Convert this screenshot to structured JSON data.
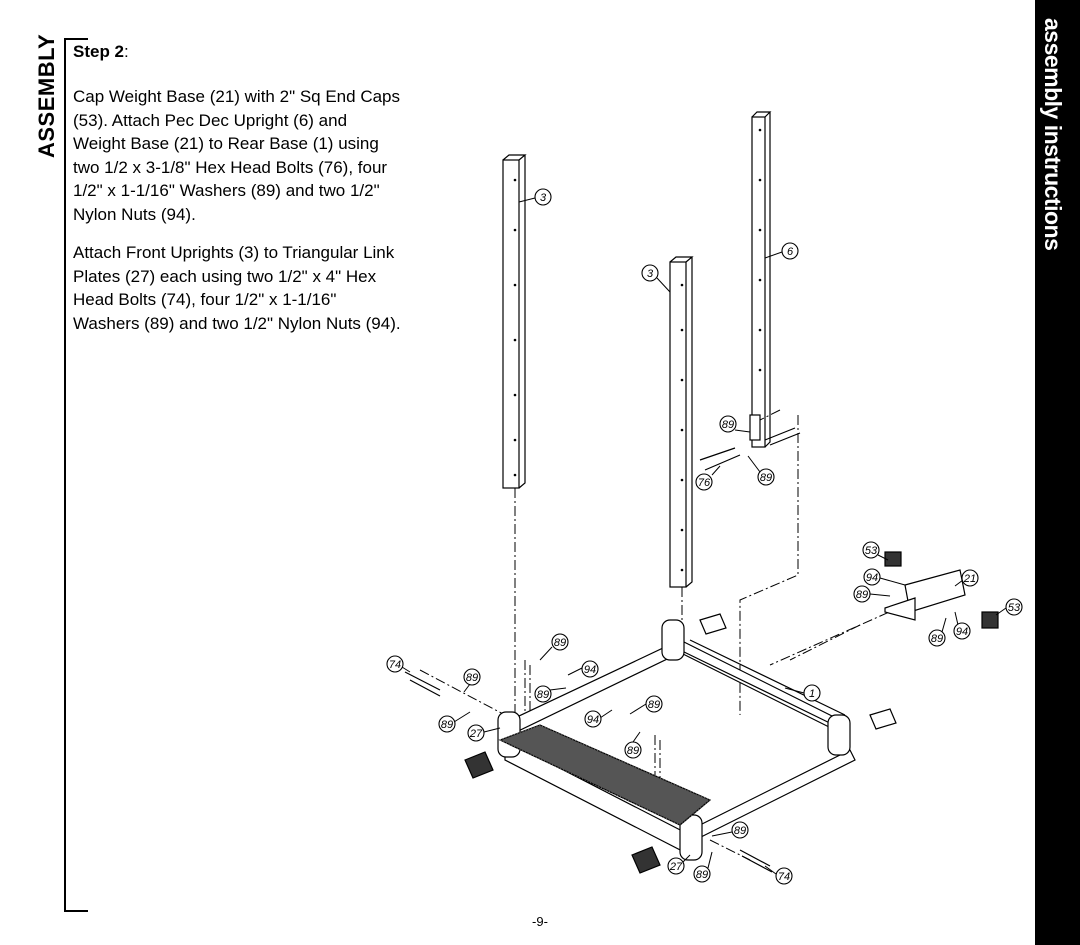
{
  "side_label": "ASSEMBLY",
  "bar_title": "assembly instructions",
  "step": {
    "label": "Step 2",
    "suffix": ":"
  },
  "paragraphs": [
    "Cap Weight Base (21) with 2\" Sq End Caps (53).  Attach Pec Dec Upright (6) and Weight Base (21) to Rear Base (1) using two 1/2 x 3-1/8\" Hex Head Bolts (76), four 1/2\" x 1-1/16\" Washers (89) and two 1/2\" Nylon Nuts (94).",
    "Attach Front Uprights (3) to Triangular Link Plates (27) each using two 1/2\" x 4\" Hex Head Bolts (74), four 1/2\" x 1-1/16\" Washers (89) and two 1/2\" Nylon Nuts (94)."
  ],
  "diagram": {
    "callouts": {
      "upright_left": "3",
      "upright_mid": "3",
      "pec_dec_upright": "6",
      "washer_top": "89",
      "bolt_top": "76",
      "washer_top_right": "89",
      "endcap_top": "53",
      "nut_base_left": "94",
      "weight_base": "21",
      "washer_base_left": "89",
      "endcap_right": "53",
      "washer_base_right": "89",
      "nut_base_right": "94",
      "rear_base": "1",
      "bolt_left": "74",
      "washer_left_upper": "89",
      "washer_left_lower": "89",
      "link_plate_left": "27",
      "washer_mid_upper": "89",
      "nut_mid": "94",
      "washer_mid_lower": "89",
      "washer_center_upper": "89",
      "nut_center": "94",
      "washer_center_lower": "89",
      "washer_front_right": "89",
      "link_plate_front": "27",
      "washer_front_bottom": "89",
      "bolt_front": "74"
    }
  },
  "page_number": "-9-"
}
